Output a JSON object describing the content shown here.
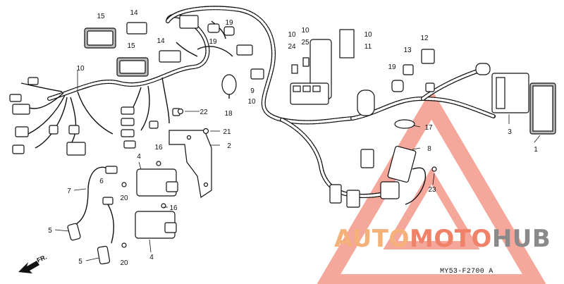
{
  "diagram": {
    "code": "MY53-F2700 A",
    "direction_label": "FR.",
    "callouts": {
      "c1": "1",
      "c2": "2",
      "c3": "3",
      "c4a": "4",
      "c4b": "4",
      "c5a": "5",
      "c5b": "5",
      "c6": "6",
      "c7": "7",
      "c8": "8",
      "c9": "9",
      "c10a": "10",
      "c10b": "10",
      "c10c": "10",
      "c10d": "10",
      "c10e": "10",
      "c11": "11",
      "c12": "12",
      "c13": "13",
      "c14a": "14",
      "c14b": "14",
      "c15a": "15",
      "c15b": "15",
      "c16a": "16",
      "c16b": "16",
      "c17": "17",
      "c18": "18",
      "c19a": "19",
      "c19b": "19",
      "c19c": "19",
      "c20a": "20",
      "c20b": "20",
      "c21": "21",
      "c22": "22",
      "c23": "23",
      "c24": "24",
      "c25": "25"
    }
  },
  "watermark": {
    "part1": "AUTO",
    "part2": "MOTO",
    "part3": "HUB",
    "colors": {
      "auto": "#f4b27a",
      "moto": "#f0826a",
      "hub": "#8a8a8a",
      "triangle": "#f28a7a"
    }
  }
}
